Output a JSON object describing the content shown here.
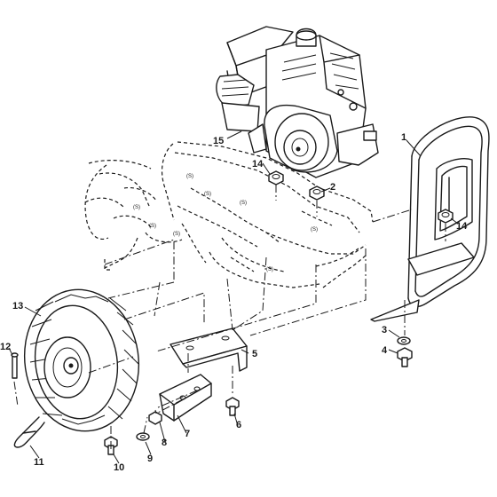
{
  "diagram": {
    "callouts": {
      "c1": "1",
      "c2": "2",
      "c3": "3",
      "c4": "4",
      "c5": "5",
      "c6": "6",
      "c7": "7",
      "c8": "8",
      "c9": "9",
      "c10": "10",
      "c11": "11",
      "c12": "12",
      "c13": "13",
      "c14a": "14",
      "c14b": "14",
      "c15": "15"
    }
  }
}
